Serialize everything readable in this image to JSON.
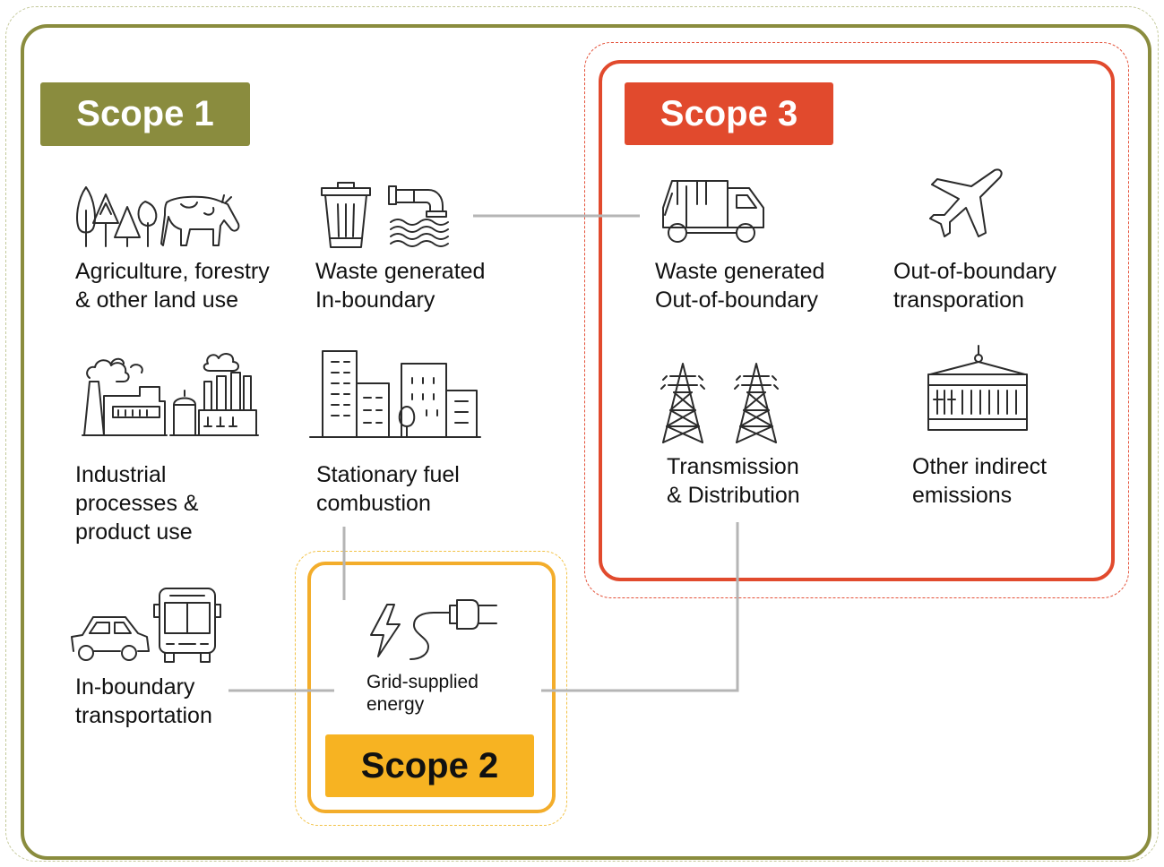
{
  "scope1": {
    "badge": "Scope 1"
  },
  "scope2": {
    "badge": "Scope 2"
  },
  "scope3": {
    "badge": "Scope 3"
  },
  "categories": {
    "agriculture": "Agriculture, forestry\n& other land use",
    "waste_in": "Waste generated\nIn-boundary",
    "industrial": "Industrial\nprocesses &\nproduct use",
    "stationary": "Stationary fuel\ncombustion",
    "transport_in": "In-boundary\ntransportation",
    "grid": "Grid-supplied\nenergy",
    "waste_out": "Waste generated\nOut-of-boundary",
    "transport_out": "Out-of-boundary\ntransporation",
    "transmission": "Transmission\n& Distribution",
    "other_indirect": "Other indirect\nemissions"
  },
  "icons": {
    "trees": "trees-icon",
    "cow": "cow-icon",
    "trash_bin": "trash-bin-icon",
    "wastewater": "wastewater-pipe-icon",
    "factory": "factory-icon",
    "refinery": "refinery-icon",
    "buildings": "city-buildings-icon",
    "car": "car-icon",
    "bus": "bus-icon",
    "lightning": "lightning-icon",
    "plug": "plug-icon",
    "garbage_truck": "garbage-truck-icon",
    "airplane": "airplane-icon",
    "pylons": "power-pylons-icon",
    "container": "shipping-container-icon"
  },
  "colors": {
    "scope1": "#8a8c3e",
    "scope2": "#f7b322",
    "scope3": "#e14a2d",
    "connector": "#b5b5b5"
  }
}
